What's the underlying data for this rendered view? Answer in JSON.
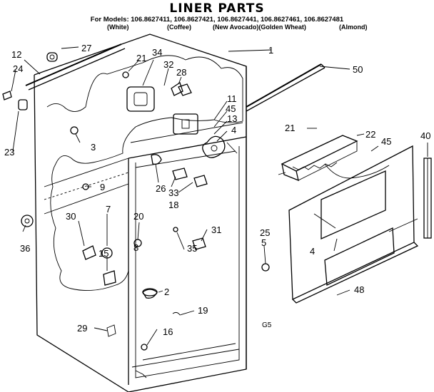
{
  "title": "LINER PARTS",
  "models_line": "For Models: 106.8627411, 106.8627421, 106.8627441, 106.8627461, 106.8627481",
  "colors": [
    "(White)",
    "(Coffee)",
    "(New Avocado)(Golden Wheat)",
    "(Almond)"
  ],
  "diagram_code": "G5",
  "callouts": {
    "c1": "1",
    "c2": "2",
    "c3": "3",
    "c4a": "4",
    "c4b": "4",
    "c5": "5",
    "c7": "7",
    "c8": "8",
    "c9": "9",
    "c11": "11",
    "c12": "12",
    "c13": "13",
    "c15": "15",
    "c16": "16",
    "c18": "18",
    "c19": "19",
    "c20": "20",
    "c21a": "21",
    "c21b": "21",
    "c22": "22",
    "c23": "23",
    "c24": "24",
    "c25": "25",
    "c26": "26",
    "c27": "27",
    "c28": "28",
    "c29": "29",
    "c30": "30",
    "c31": "31",
    "c32": "32",
    "c33": "33",
    "c34": "34",
    "c35": "35",
    "c36": "36",
    "c40": "40",
    "c45a": "45",
    "c45b": "45",
    "c48": "48",
    "c50": "50"
  }
}
